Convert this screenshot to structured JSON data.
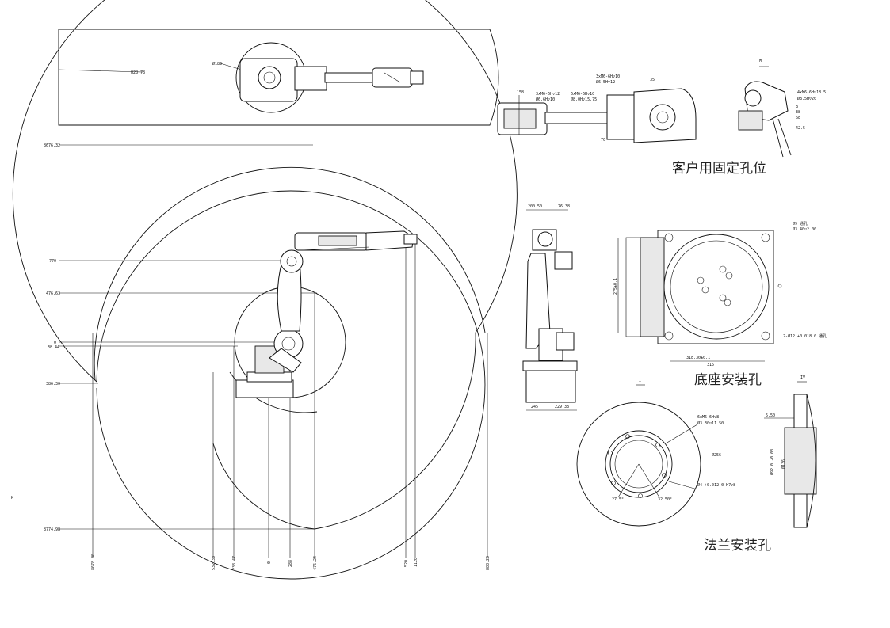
{
  "captions": {
    "customer_holes": "客户用固定孔位",
    "base_holes": "底座安装孔",
    "flange_holes": "法兰安装孔"
  },
  "workspace": {
    "left_labels": [
      "8676.32",
      "770",
      "476.63",
      "0",
      "38.44",
      "386.30",
      "8774.98"
    ],
    "bottom_labels": [
      "8678.88",
      "532.33",
      "238.47",
      "0",
      "288",
      "476.24",
      "520",
      "1120",
      "888.20"
    ],
    "top_radius_label": "828.78",
    "top_diameter_label": "Ø183",
    "edge_mark": "K"
  },
  "top_views": {
    "mid_left_a": "3xM6-6H▽12",
    "mid_left_b": "Ø6.6H▽10",
    "mid_a": "6xM6-6H▽10",
    "mid_b": "Ø8.0H▽15.75",
    "mid_top_a": "3xM6-6H▽10",
    "mid_top_b": "Ø6.5H▽12",
    "mid_top_c": "35",
    "small_left": "158",
    "small_bottom": "70",
    "right_a": "4xM6-6H▽18.5",
    "right_b": "Ø8.5H▽20",
    "right_ticks": [
      "8",
      "38",
      "68",
      "42.5"
    ],
    "right_top": "M"
  },
  "side_view": {
    "top_left": "200.50",
    "top_right": "76.38",
    "bottom_left": "245",
    "bottom_right": "229.38"
  },
  "base_view": {
    "hole_a": "Ø9 通孔",
    "hole_b": "Ø3.40▽2.00",
    "side": "275±0.1",
    "bottom": "318.30±0.1",
    "bottom2": "315",
    "right": "2-Ø12 +0.018 0 通孔"
  },
  "flange_view": {
    "holes": "6xM6-6H▽8",
    "pcd": "Ø3.30▽11.50",
    "dia": "Ø256",
    "pin": "Ø4 +0.012 0 H7▽8",
    "angle1": "27.5°",
    "angle2": "32.50°",
    "marker": "I"
  },
  "flange_section": {
    "top": "5.50",
    "d1": "Ø92 0 -0.03",
    "d2": "Ø136",
    "marker": "IV"
  }
}
